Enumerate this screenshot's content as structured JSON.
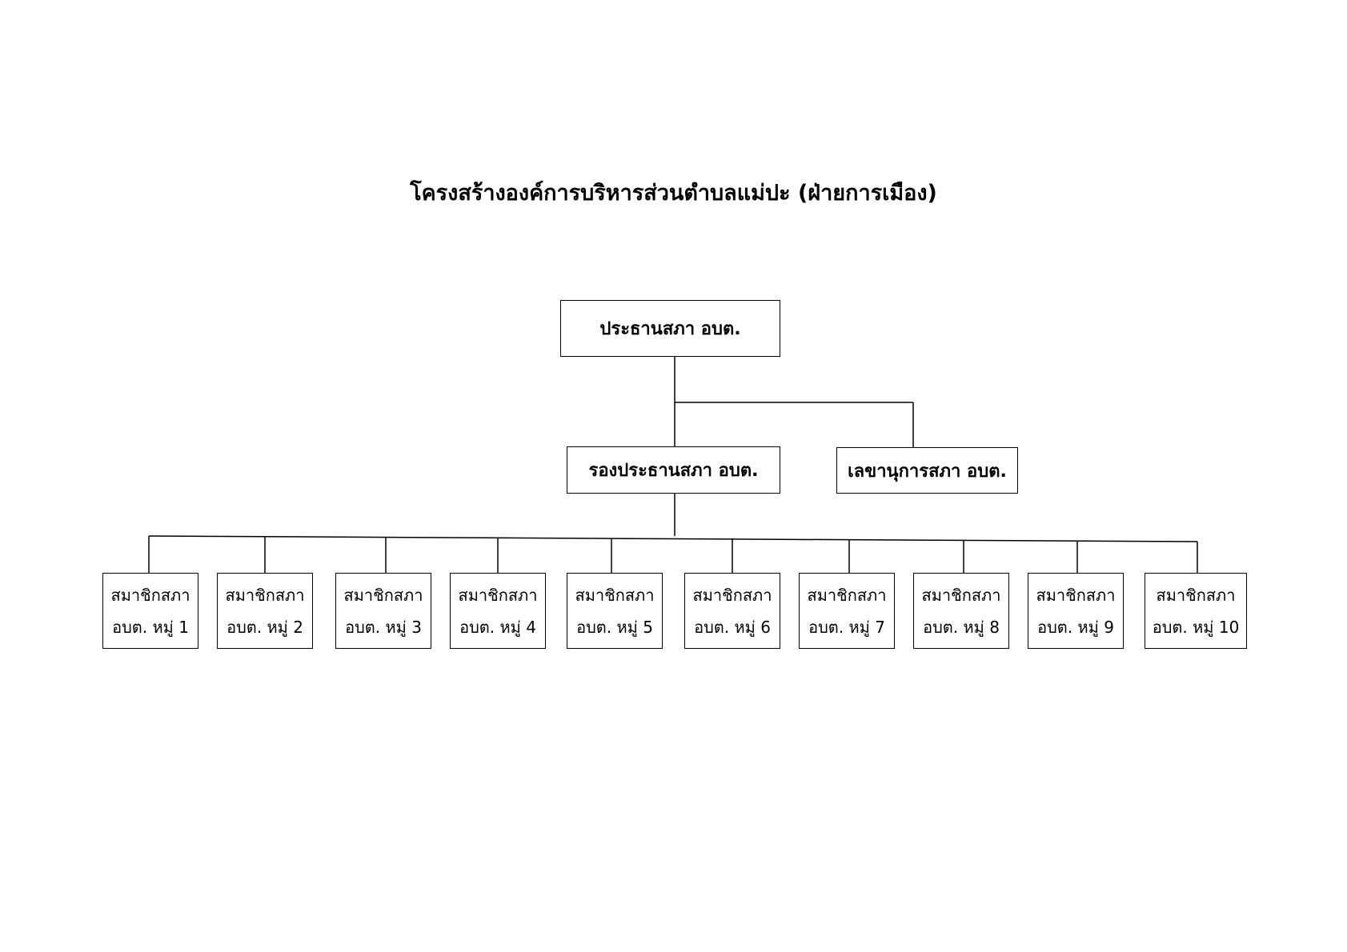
{
  "title": "โครงสร้างองค์การบริหารส่วนตำบลแม่ปะ  (ฝ่ายการเมือง)",
  "chairman": "ประธานสภา อบต.",
  "vice_chairman": "รองประธานสภา อบต.",
  "secretary": "เลขานุการสภา อบต.",
  "members": [
    {
      "line1": "สมาชิกสภา",
      "line2": "อบต. หมู่ 1"
    },
    {
      "line1": "สมาชิกสภา",
      "line2": "อบต. หมู่ 2"
    },
    {
      "line1": "สมาชิกสภา",
      "line2": "อบต. หมู่ 3"
    },
    {
      "line1": "สมาชิกสภา",
      "line2": "อบต. หมู่ 4"
    },
    {
      "line1": "สมาชิกสภา",
      "line2": "อบต. หมู่ 5"
    },
    {
      "line1": "สมาชิกสภา",
      "line2": "อบต. หมู่ 6"
    },
    {
      "line1": "สมาชิกสภา",
      "line2": "อบต. หมู่ 7"
    },
    {
      "line1": "สมาชิกสภา",
      "line2": "อบต. หมู่ 8"
    },
    {
      "line1": "สมาชิกสภา",
      "line2": "อบต. หมู่ 9"
    },
    {
      "line1": "สมาชิกสภา",
      "line2": "อบต. หมู่ 10"
    }
  ]
}
